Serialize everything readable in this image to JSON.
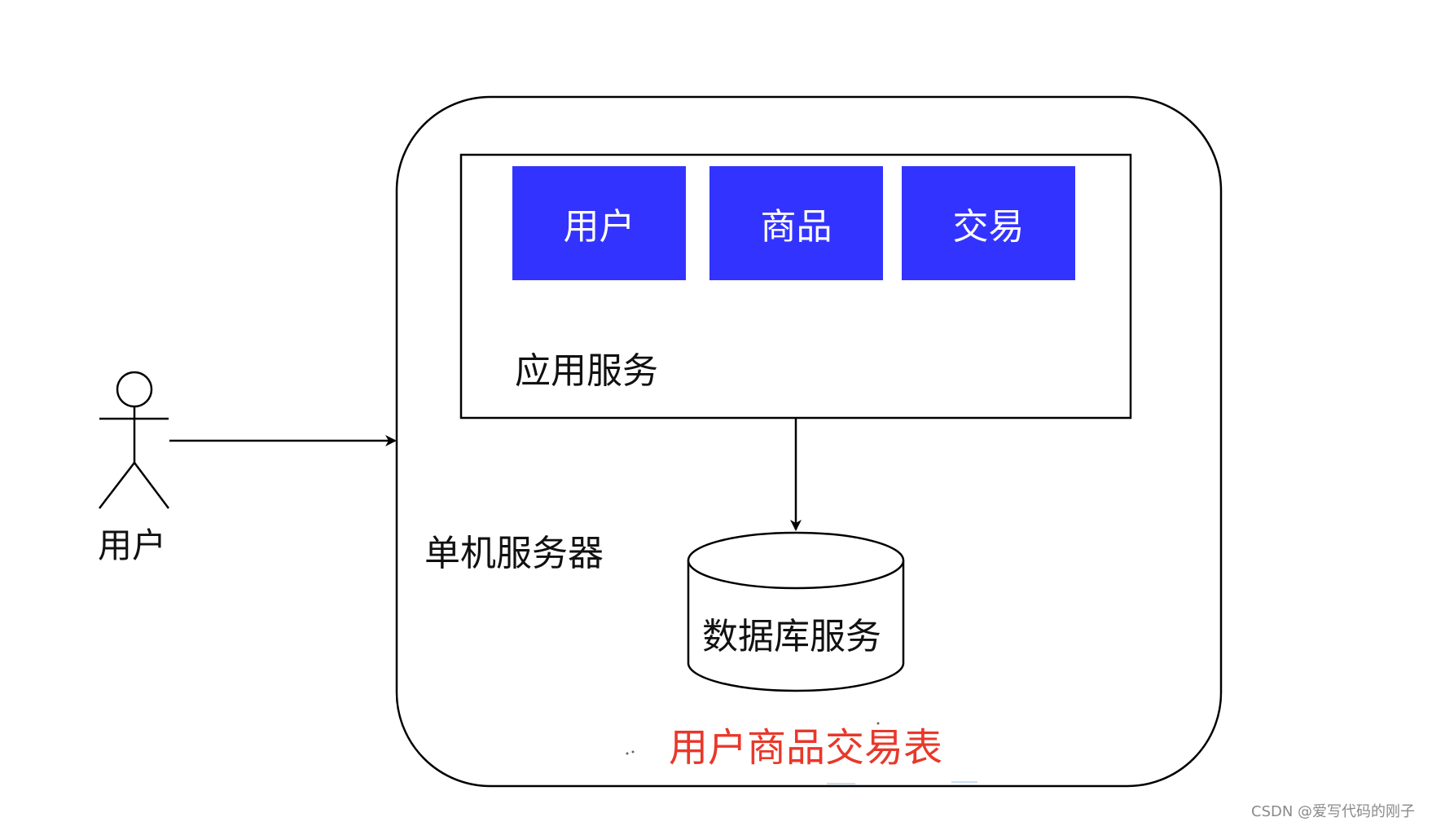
{
  "actor": {
    "label": "用户"
  },
  "server": {
    "label": "单机服务器"
  },
  "app_service": {
    "label": "应用服务",
    "modules": [
      {
        "label": "用户"
      },
      {
        "label": "商品"
      },
      {
        "label": "交易"
      }
    ]
  },
  "database": {
    "label": "数据库服务",
    "annotation": "用户商品交易表"
  },
  "watermark": "CSDN @爱写代码的刚子",
  "colors": {
    "module_fill": "#3333ff",
    "annotation_red": "#e8382a",
    "stroke": "#000000"
  }
}
